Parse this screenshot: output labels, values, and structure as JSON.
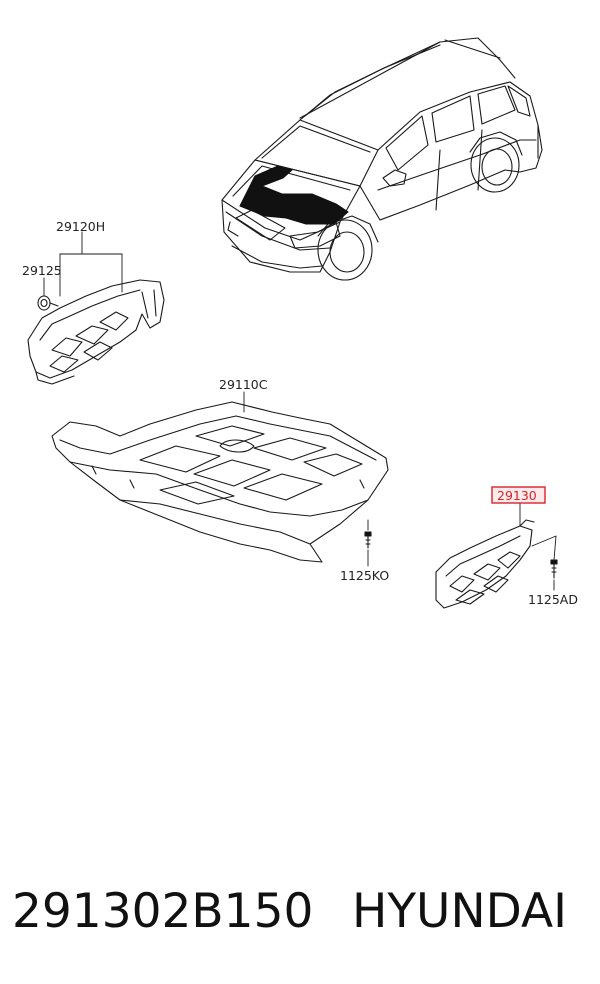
{
  "diagram": {
    "parts": {
      "engine_cover_right": "29120H",
      "clip": "29125",
      "under_cover": "29110C",
      "under_cover_screw": "1125KO",
      "highlighted_part": "29130",
      "highlighted_part_screw": "1125AD"
    },
    "highlight_color": "#d9232a"
  },
  "caption": {
    "part_number": "291302B150",
    "brand": "HYUNDAI"
  }
}
